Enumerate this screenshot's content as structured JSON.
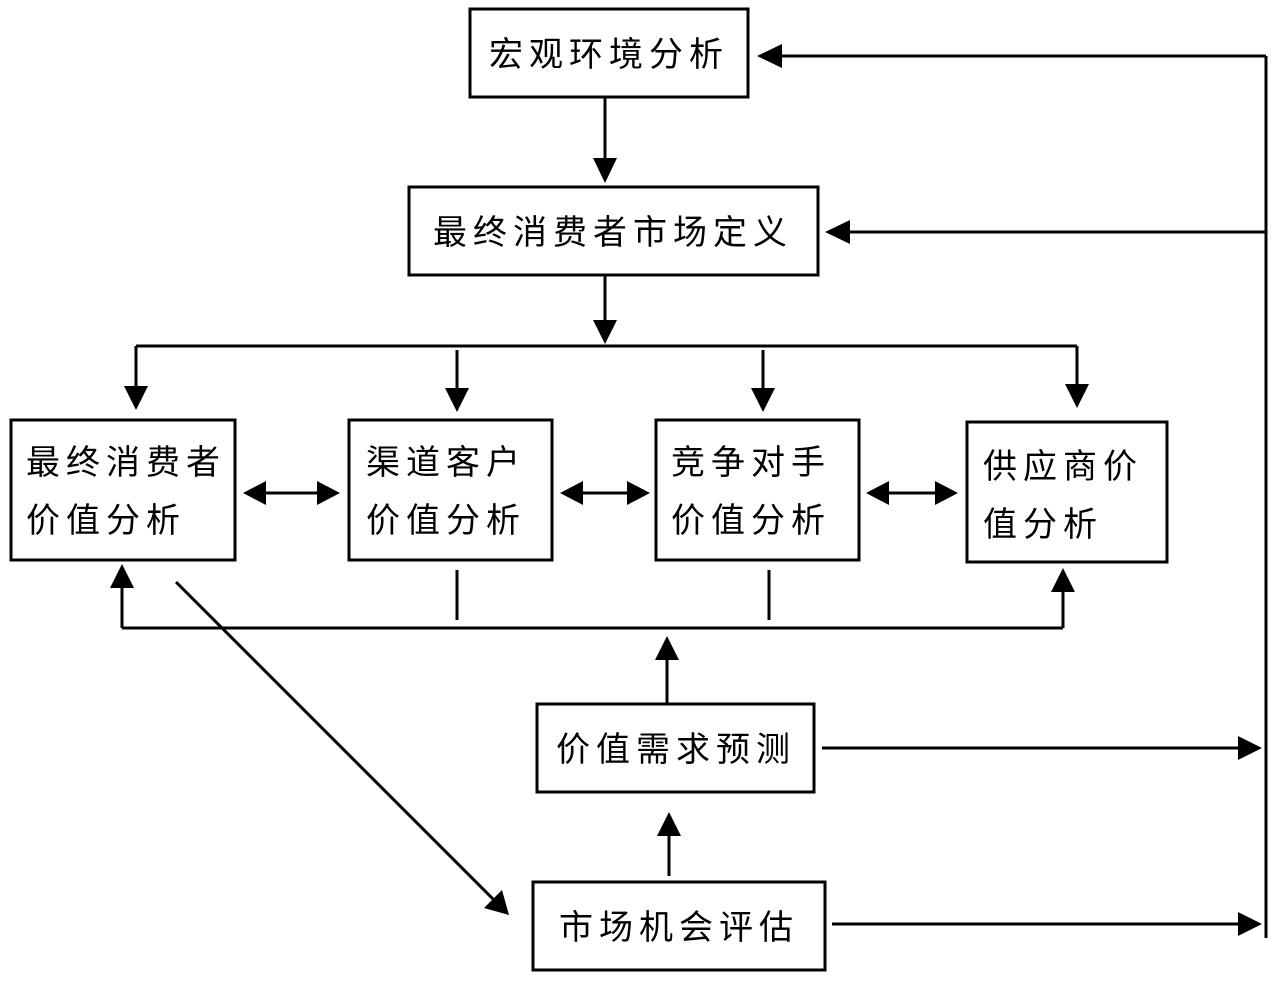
{
  "nodes": {
    "macro": {
      "lines": [
        "宏观环境分析"
      ]
    },
    "market_def": {
      "lines": [
        "最终消费者市场定义"
      ]
    },
    "consumer": {
      "lines": [
        "最终消费者",
        "价值分析"
      ]
    },
    "channel": {
      "lines": [
        "渠道客户",
        "价值分析"
      ]
    },
    "competitor": {
      "lines": [
        "竞争对手",
        "价值分析"
      ]
    },
    "supplier": {
      "lines": [
        "供应商价",
        "值分析"
      ]
    },
    "forecast": {
      "lines": [
        "价值需求预测"
      ]
    },
    "opportunity": {
      "lines": [
        "市场机会评估"
      ]
    }
  },
  "edges": [
    {
      "from": "macro",
      "to": "market_def"
    },
    {
      "from": "market_def",
      "to": "consumer"
    },
    {
      "from": "market_def",
      "to": "channel"
    },
    {
      "from": "market_def",
      "to": "competitor"
    },
    {
      "from": "market_def",
      "to": "supplier"
    },
    {
      "from": "consumer",
      "to": "channel",
      "bidirectional": true
    },
    {
      "from": "channel",
      "to": "competitor",
      "bidirectional": true
    },
    {
      "from": "competitor",
      "to": "supplier",
      "bidirectional": true
    },
    {
      "from": "forecast",
      "to": "consumer"
    },
    {
      "from": "forecast",
      "to": "supplier"
    },
    {
      "from": "opportunity",
      "to": "forecast"
    },
    {
      "from": "consumer",
      "to": "opportunity"
    },
    {
      "from": "forecast",
      "to": "macro"
    },
    {
      "from": "opportunity",
      "to": "macro"
    },
    {
      "from": "opportunity",
      "to": "market_def"
    }
  ]
}
